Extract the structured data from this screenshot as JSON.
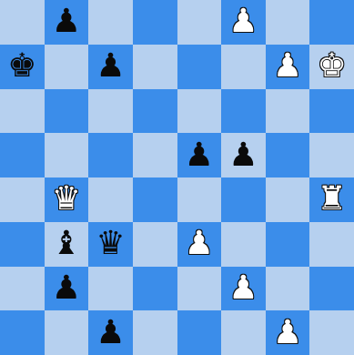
{
  "board": {
    "colors": {
      "light": "#b6d0ef",
      "dark": "#3b8dea"
    },
    "rows": [
      [
        null,
        {
          "c": "b",
          "t": "p"
        },
        null,
        null,
        null,
        {
          "c": "w",
          "t": "p"
        },
        null,
        null
      ],
      [
        {
          "c": "b",
          "t": "k"
        },
        null,
        {
          "c": "b",
          "t": "p"
        },
        null,
        null,
        null,
        {
          "c": "w",
          "t": "p"
        },
        {
          "c": "w",
          "t": "k"
        }
      ],
      [
        null,
        null,
        null,
        null,
        null,
        null,
        null,
        null
      ],
      [
        null,
        null,
        null,
        null,
        {
          "c": "b",
          "t": "p"
        },
        {
          "c": "b",
          "t": "p"
        },
        null,
        null
      ],
      [
        null,
        {
          "c": "w",
          "t": "q"
        },
        null,
        null,
        null,
        null,
        null,
        {
          "c": "w",
          "t": "r"
        }
      ],
      [
        null,
        {
          "c": "b",
          "t": "b"
        },
        {
          "c": "b",
          "t": "q"
        },
        null,
        {
          "c": "w",
          "t": "p"
        },
        null,
        null,
        null
      ],
      [
        null,
        {
          "c": "b",
          "t": "p"
        },
        null,
        null,
        null,
        {
          "c": "w",
          "t": "p"
        },
        null,
        null
      ],
      [
        null,
        null,
        {
          "c": "b",
          "t": "p"
        },
        null,
        null,
        null,
        {
          "c": "w",
          "t": "p"
        },
        null
      ]
    ]
  },
  "glyphs": {
    "k": "♚",
    "q": "♛",
    "r": "♜",
    "b": "♝",
    "n": "♞",
    "p": "♟"
  },
  "names": {
    "k": "king",
    "q": "queen",
    "r": "rook",
    "b": "bishop",
    "n": "knight",
    "p": "pawn"
  }
}
